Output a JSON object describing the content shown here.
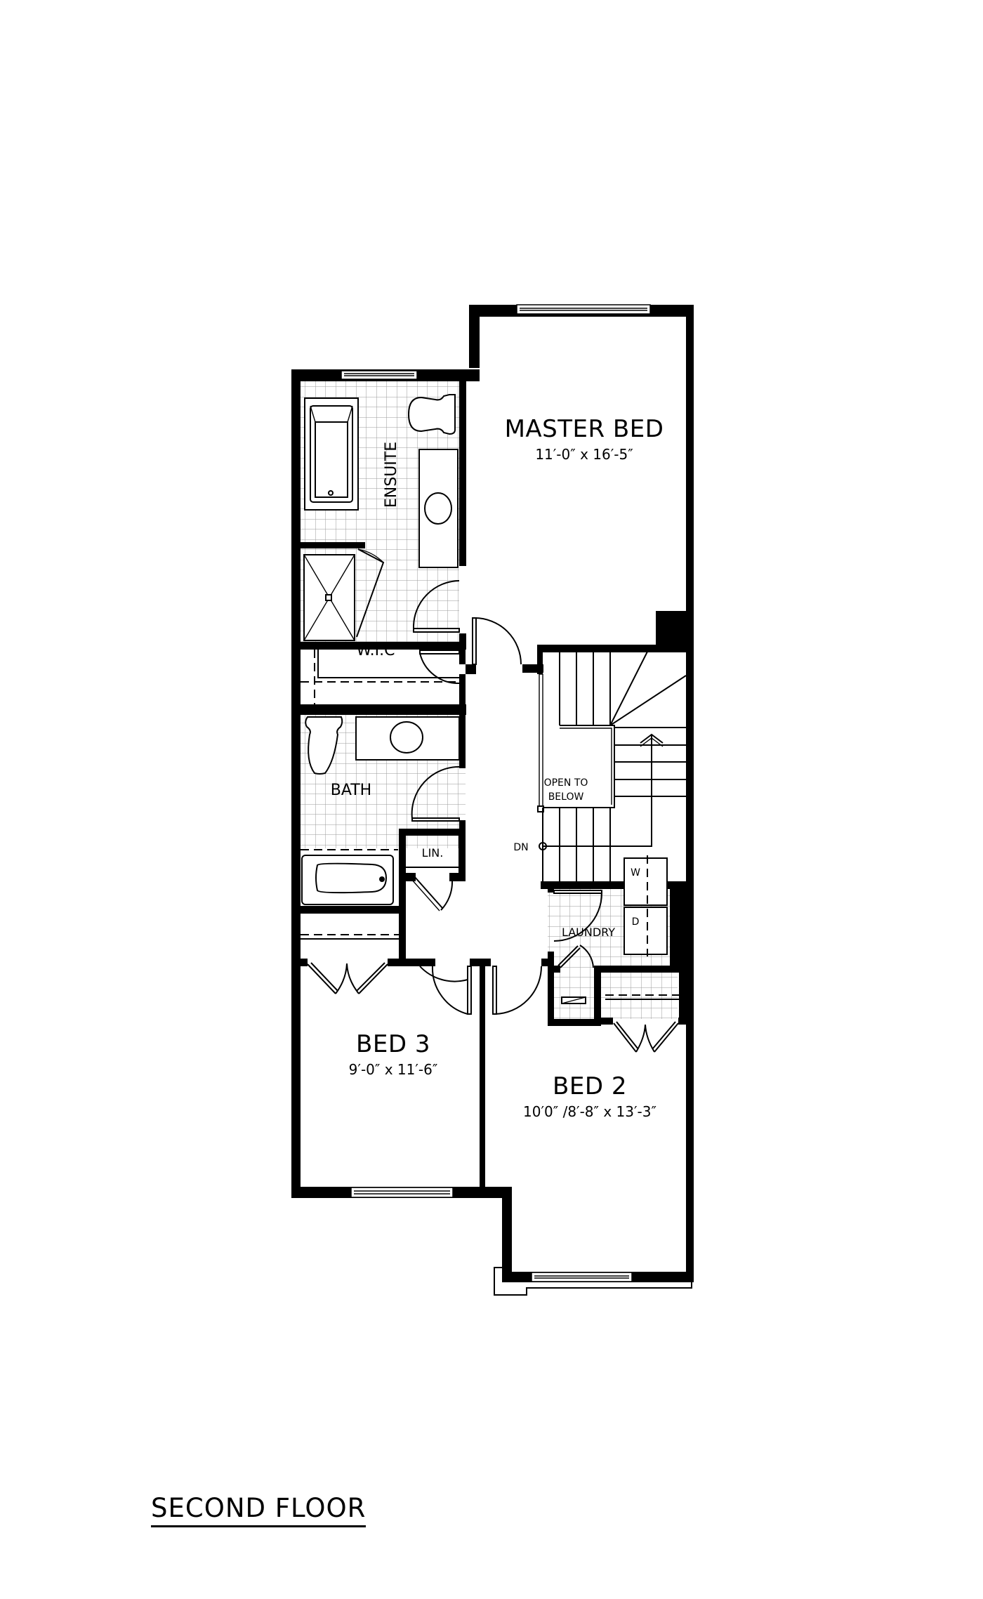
{
  "plan_title": "SECOND FLOOR",
  "rooms": {
    "master_bed": {
      "name": "MASTER BED",
      "dimensions": "11′-0″ x 16′-5″"
    },
    "ensuite": {
      "name": "ENSUITE"
    },
    "wic": {
      "name": "W.I.C"
    },
    "bath": {
      "name": "BATH"
    },
    "linen": {
      "name": "LIN."
    },
    "open_to_below": {
      "line1": "OPEN TO",
      "line2": "BELOW"
    },
    "stair_down": {
      "name": "DN"
    },
    "laundry": {
      "name": "LAUNDRY",
      "washer": "W",
      "dryer": "D"
    },
    "bed3": {
      "name": "BED 3",
      "dimensions": "9′-0″ x 11′-6″"
    },
    "bed2": {
      "name": "BED 2",
      "dimensions": "10′0″ /8′-8″ x 13′-3″"
    }
  },
  "colors": {
    "wall": "#000000",
    "background": "#ffffff",
    "tile_grid": "#9a9a9a"
  }
}
